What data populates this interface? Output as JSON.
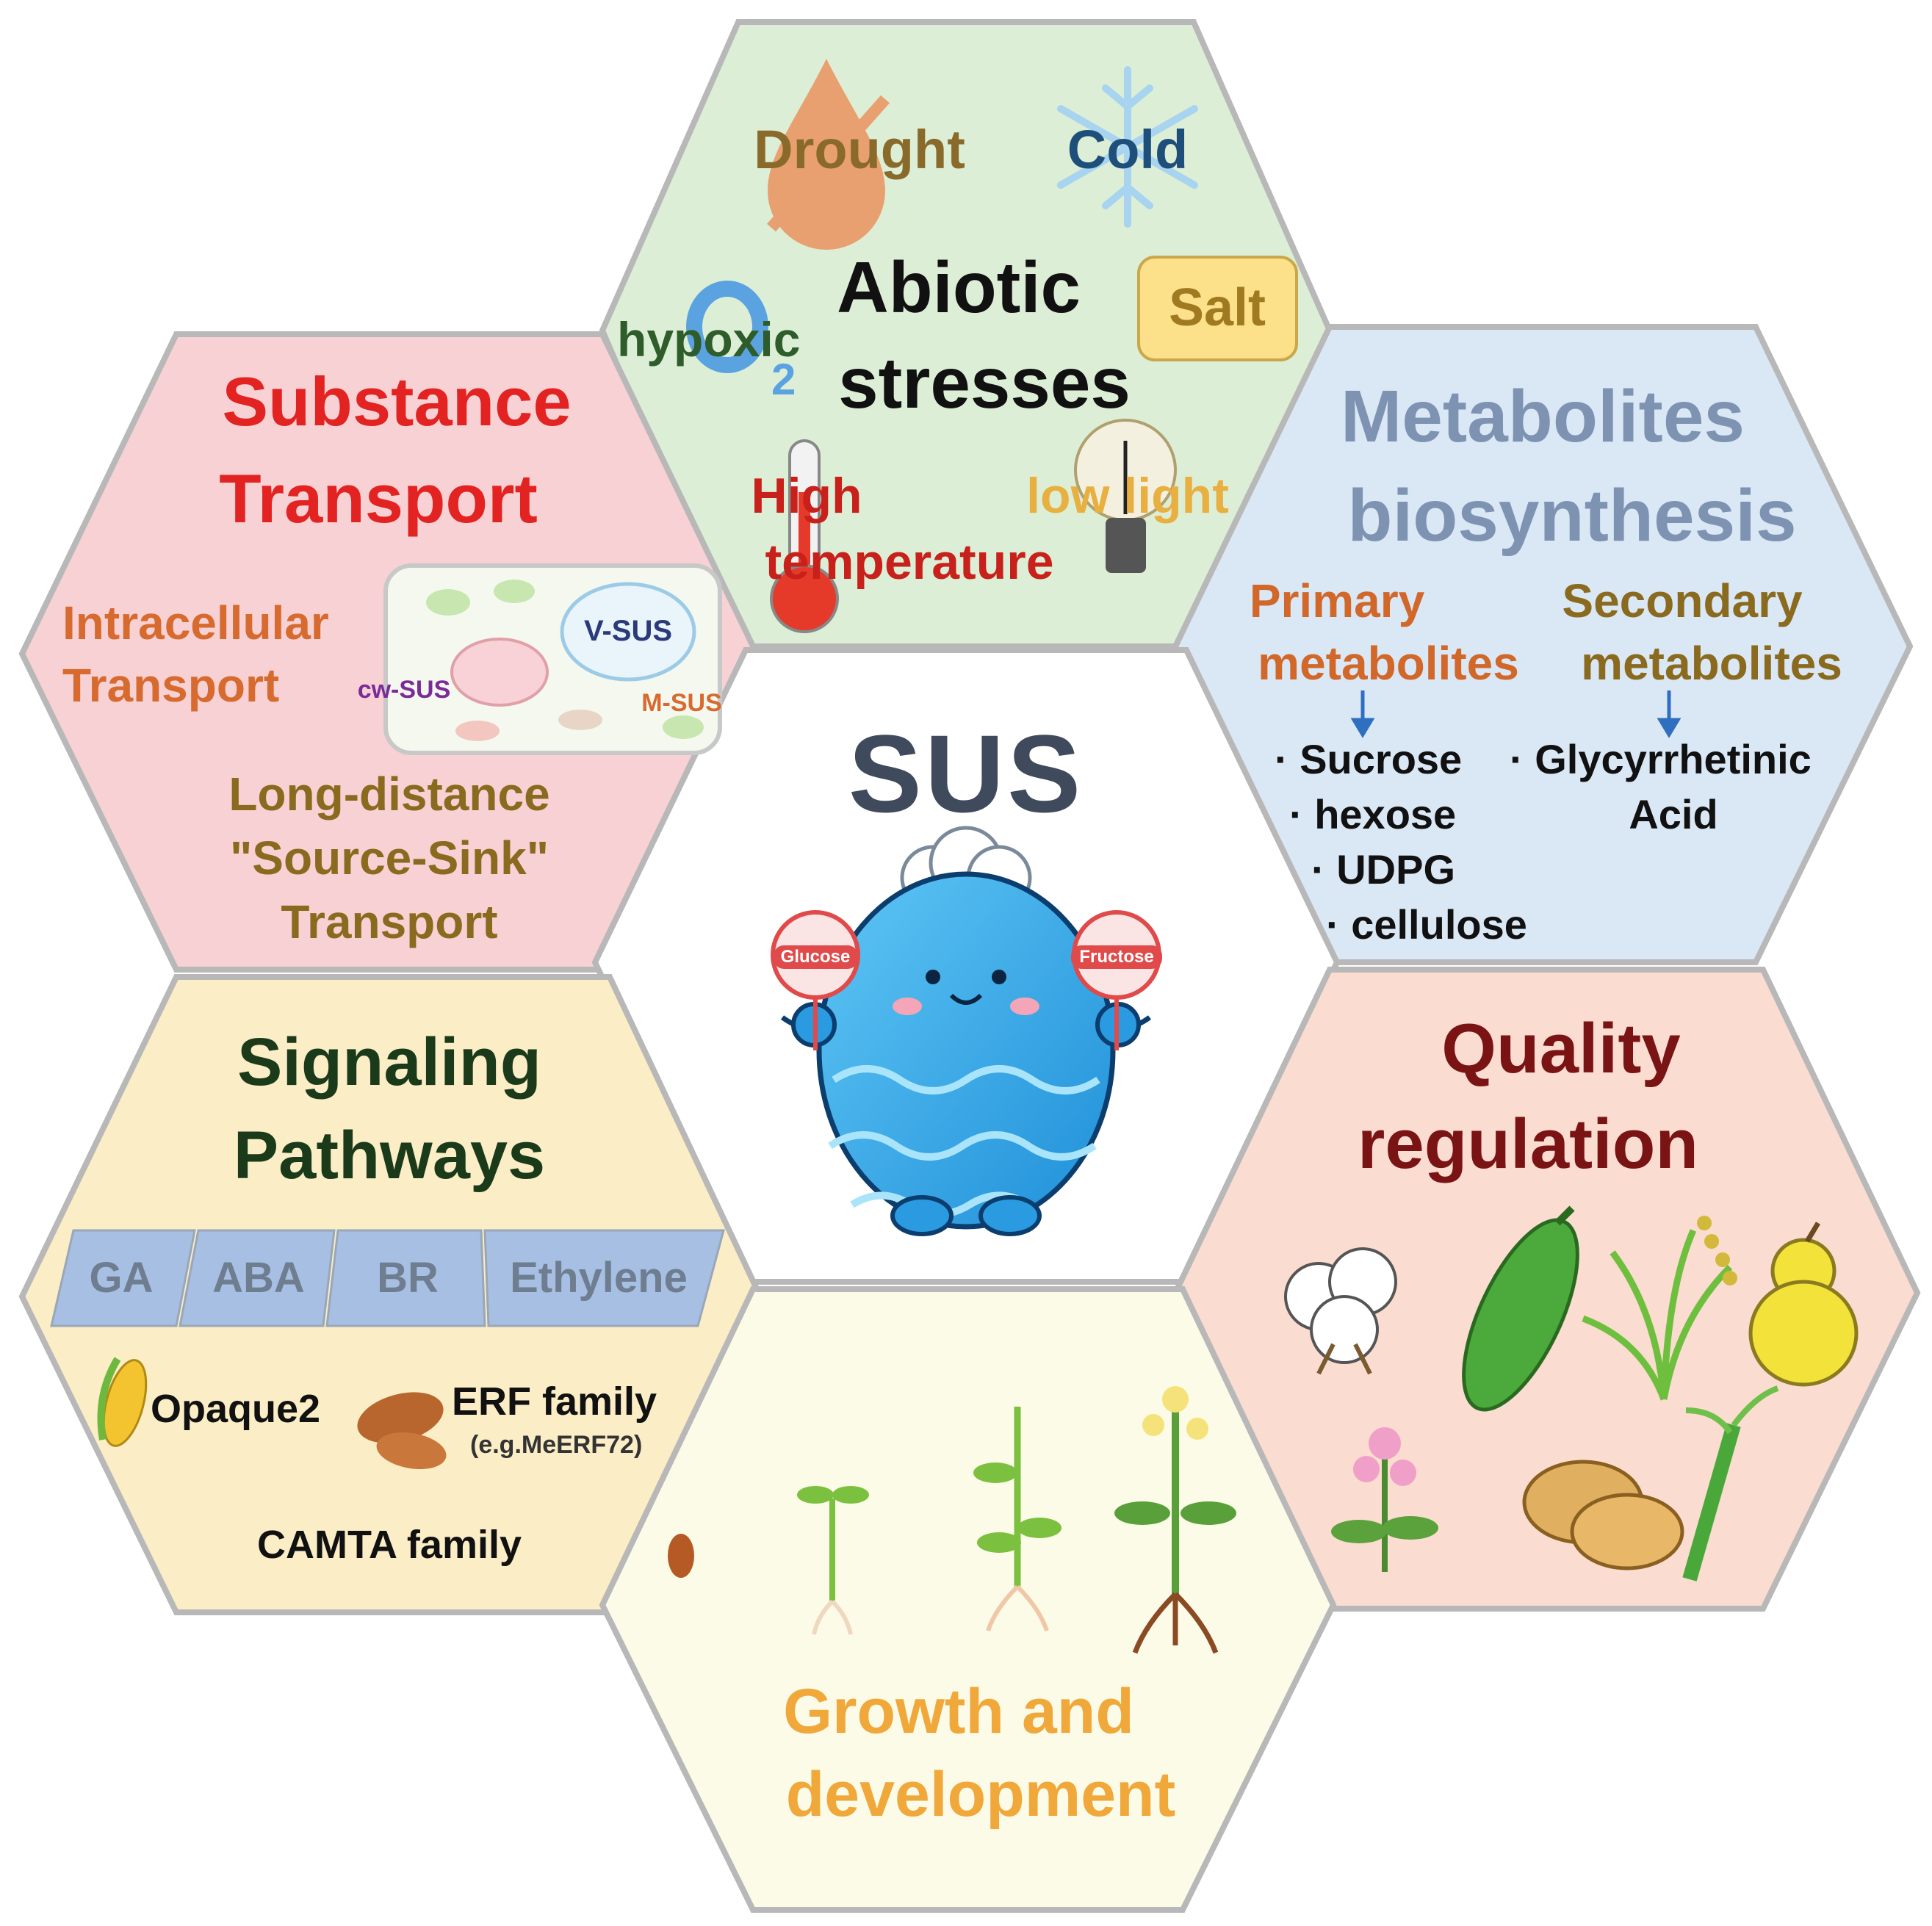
{
  "center": {
    "title": "SUS",
    "left_sign": "Glucose",
    "right_sign": "Fructose"
  },
  "abiotic": {
    "title_line1": "Abiotic",
    "title_line2": "stresses",
    "drought": "Drought",
    "cold": "Cold",
    "salt": "Salt",
    "hypoxic": "hypoxic",
    "o2_letter": "O",
    "o2_sub": "2",
    "high_temp_line1": "High",
    "high_temp_line2": "temperature",
    "low_light": "low light"
  },
  "transport": {
    "title_line1": "Substance",
    "title_line2": "Transport",
    "intra_line1": "Intracellular",
    "intra_line2": "Transport",
    "v_sus": "V-SUS",
    "cw_sus": "cw-SUS",
    "m_sus": "M-SUS",
    "long_line1": "Long-distance",
    "long_line2": "\"Source-Sink\"",
    "long_line3": "Transport"
  },
  "metabolites": {
    "title_line1": "Metabolites",
    "title_line2": "biosynthesis",
    "primary_line1": "Primary",
    "primary_line2": "metabolites",
    "secondary_line1": "Secondary",
    "secondary_line2": "metabolites",
    "primary_items": [
      "· Sucrose",
      "· hexose",
      "· UDPG",
      "· cellulose"
    ],
    "secondary_line_a": "· Glycyrrhetinic",
    "secondary_line_b": "Acid"
  },
  "signaling": {
    "title_line1": "Signaling",
    "title_line2": "Pathways",
    "hormones": [
      "GA",
      "ABA",
      "BR",
      "Ethylene"
    ],
    "opaque": "Opaque2",
    "erf": "ERF family",
    "erf_example": "(e.g.MeERF72)",
    "camta": "CAMTA family"
  },
  "quality": {
    "title_line1": "Quality",
    "title_line2": "regulation"
  },
  "growth": {
    "title_line1": "Growth and",
    "title_line2": "development"
  },
  "colors": {
    "hex_border": "#b8b8b8",
    "abiotic_fill": "#dcefd6",
    "transport_fill": "#f7d1d3",
    "metabolites_fill": "#dae7f5",
    "signaling_fill": "#fbedc6",
    "quality_fill": "#fbdcd0",
    "growth_fill": "#fcfbe8",
    "center_fill": "#ffffff"
  }
}
